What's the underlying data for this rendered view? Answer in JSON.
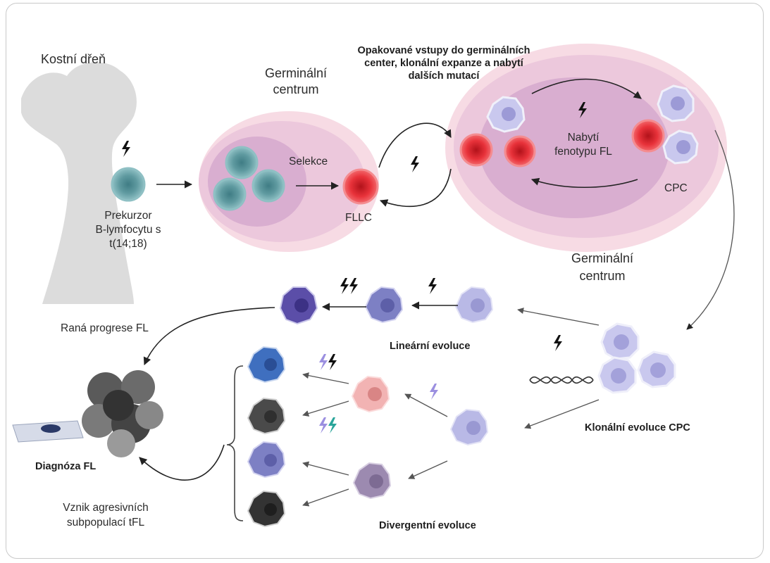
{
  "labels": {
    "bone_marrow": "Kostní dřeň",
    "gc1_line1": "Germinální",
    "gc1_line2": "centrum",
    "selection": "Selekce",
    "fllc": "FLLC",
    "precursor_line1": "Prekurzor",
    "precursor_line2": "B-lymfocytu s",
    "precursor_line3": "t(14;18)",
    "reentry_line1": "Opakované vstupy do germinálních",
    "reentry_line2": "center, klonální expanze a nabytí",
    "reentry_line3": "dalších mutací",
    "fl_phenotype_line1": "Nabytí",
    "fl_phenotype_line2": "fenotypu FL",
    "cpc": "CPC",
    "gc2_line1": "Germinální",
    "gc2_line2": "centrum",
    "early_progression": "Raná progrese FL",
    "linear_evolution": "Lineární evoluce",
    "clonal_evolution": "Klonální evoluce CPC",
    "diagnosis": "Diagnóza FL",
    "aggressive_line1": "Vznik agresivních",
    "aggressive_line2": "subpopulací tFL",
    "divergent_evolution": "Divergentní evoluce"
  },
  "colors": {
    "gc_outer": "#f7dbe4",
    "gc_mid": "#e9c3d8",
    "gc_inner": "#d8a9cf",
    "teal_cell": "#5f9aa0",
    "red_cell": "#e8323a",
    "lavender_cell": "#b9b9e6",
    "linear_mid": "#7d80c4",
    "linear_dark": "#5b4ea8",
    "blue_cell": "#3f6fbf",
    "dark_cell": "#4a4a4a",
    "pink_cell": "#f2b3b3",
    "mauve_cell": "#9c8ab0",
    "bolt": "#111111",
    "bolt_purple": "#9b8fe0",
    "bolt_teal": "#2aa59a",
    "bone": "#dcdcdc"
  },
  "icons": [
    "bone-icon",
    "lightning-icon",
    "dna-icon",
    "tumor-cluster-icon",
    "microscope-slide-icon"
  ]
}
